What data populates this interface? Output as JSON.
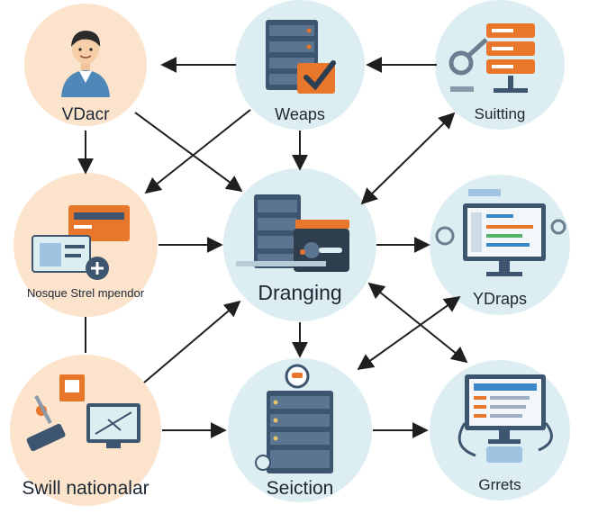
{
  "nodes": [
    {
      "id": "vdacr",
      "label": "VDacr",
      "icon": "person-avatar-icon",
      "tint": "#fbe3cc"
    },
    {
      "id": "weaps",
      "label": "Weaps",
      "icon": "server-with-checkmark-icon",
      "tint": "#dceef2"
    },
    {
      "id": "suitting",
      "label": "Suitting",
      "icon": "server-with-wrench-icon",
      "tint": "#dceef2"
    },
    {
      "id": "nosque",
      "label": "Nosque Strel mpendor",
      "icon": "cards-and-plus-icon",
      "tint": "#fbe3cc"
    },
    {
      "id": "dranging",
      "label": "Dranging",
      "icon": "server-with-panel-icon",
      "tint": "#dceef2"
    },
    {
      "id": "ydraps",
      "label": "YDraps",
      "icon": "monitor-dashboard-icon",
      "tint": "#dceef2"
    },
    {
      "id": "swill",
      "label": "Swill nationalar",
      "icon": "tools-and-monitor-icon",
      "tint": "#fbe3cc"
    },
    {
      "id": "seiction",
      "label": "Seiction",
      "icon": "server-with-clock-icon",
      "tint": "#dceef2"
    },
    {
      "id": "grrets",
      "label": "Grrets",
      "icon": "monitor-with-cable-icon",
      "tint": "#dceef2"
    }
  ],
  "colors": {
    "arrow": "#1f1f1f",
    "server_dark": "#3e5570",
    "accent_orange": "#e8762b",
    "accent_blue": "#3b87c9",
    "accent_green": "#54b36b"
  }
}
